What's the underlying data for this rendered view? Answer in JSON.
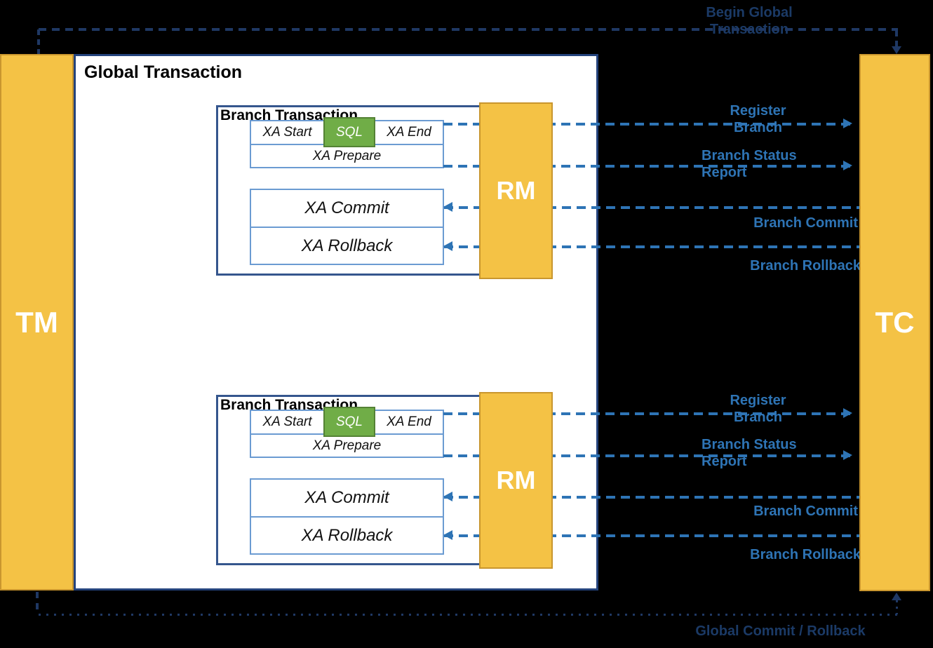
{
  "flow": {
    "begin_label": "Begin Global Transaction",
    "end_label": "Global Commit / Rollback"
  },
  "nodes": {
    "tm": "TM",
    "tc": "TC"
  },
  "global_transaction": {
    "title": "Global Transaction"
  },
  "branches": [
    {
      "title": "Branch Transaction",
      "xa_start": "XA Start",
      "sql": "SQL",
      "xa_end": "XA End",
      "xa_prepare": "XA Prepare",
      "xa_commit": "XA Commit",
      "xa_rollback": "XA Rollback",
      "rm": "RM",
      "labels": {
        "register": "Register Branch",
        "status": "Branch Status Report",
        "commit": "Branch Commit",
        "rollback": "Branch Rollback"
      }
    },
    {
      "title": "Branch Transaction",
      "xa_start": "XA Start",
      "sql": "SQL",
      "xa_end": "XA End",
      "xa_prepare": "XA Prepare",
      "xa_commit": "XA Commit",
      "xa_rollback": "XA Rollback",
      "rm": "RM",
      "labels": {
        "register": "Register Branch",
        "status": "Branch Status Report",
        "commit": "Branch Commit",
        "rollback": "Branch Rollback"
      }
    }
  ],
  "colors": {
    "accent": "#2E74B5",
    "navy": "#24437C",
    "navy2": "#1F3864",
    "navy-text": "#1B3A66",
    "gold": "#F4C245",
    "gold-border": "#C9962E",
    "green": "#70AD47",
    "green-border": "#548235",
    "ltblue": "#6B9BD2",
    "branch-border": "#35568D"
  }
}
